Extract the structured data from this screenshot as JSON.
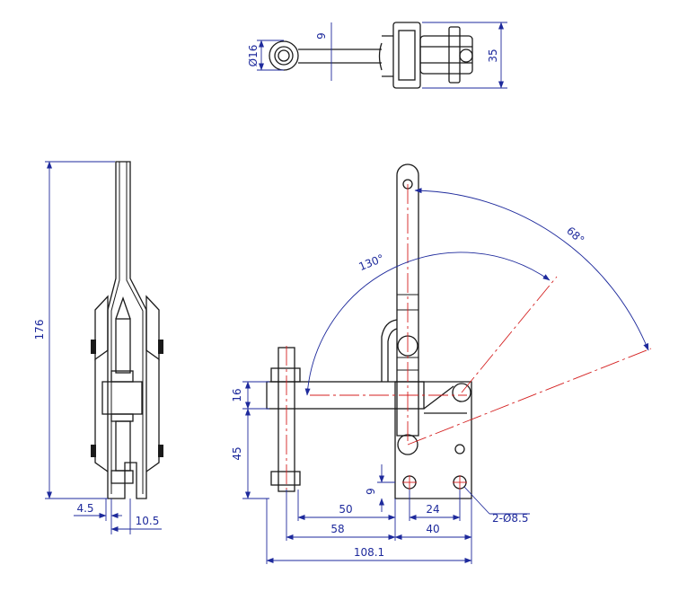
{
  "colors": {
    "part": "#1a1a1a",
    "dimension": "#1e2a9c",
    "centerline": "#d41f1f",
    "background": "#ffffff"
  },
  "top_view": {
    "dims": {
      "diameter_16": "Ø16",
      "width_9": "9",
      "height_35": "35"
    }
  },
  "left_view": {
    "dims": {
      "height_176": "176",
      "width_4_5": "4.5",
      "width_10_5": "10.5"
    }
  },
  "front_view": {
    "dims": {
      "angle_130": "130°",
      "angle_68": "68°",
      "arm_16": "16",
      "spindle_45": "45",
      "holes_9": "9",
      "reach_50": "50",
      "reach_58": "58",
      "base_24": "24",
      "base_40": "40",
      "overall_108_1": "108.1",
      "holes_2x8_5": "2-Ø8.5"
    }
  }
}
